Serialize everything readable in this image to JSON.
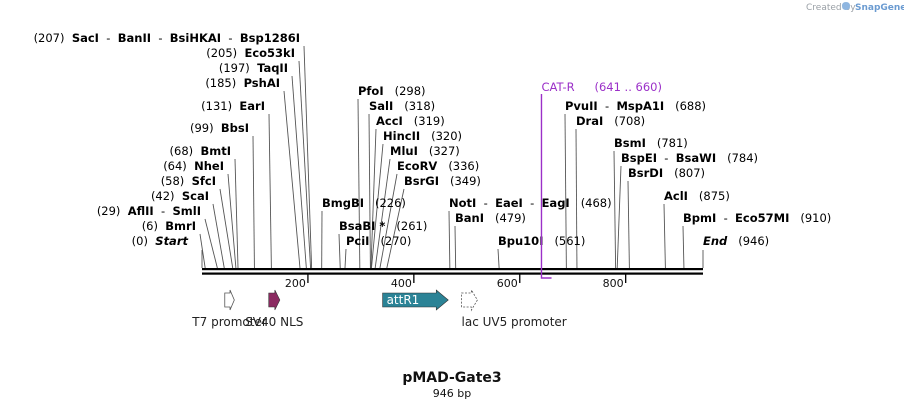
{
  "header": {
    "credit": "Created by",
    "brand": "SnapGene"
  },
  "map": {
    "title": "pMAD-Gate3",
    "length_label": "946 bp",
    "length_bp": 946,
    "ticks": [
      {
        "bp": 200,
        "label": "200"
      },
      {
        "bp": 400,
        "label": "400"
      },
      {
        "bp": 600,
        "label": "600"
      },
      {
        "bp": 800,
        "label": "800"
      }
    ]
  },
  "sites": [
    {
      "key": "start",
      "bp": 0,
      "line": [
        {
          "pos": "(0)",
          "name": "Start",
          "italic": true
        }
      ]
    },
    {
      "key": "bmri",
      "bp": 6,
      "line": [
        {
          "pos": "(6)",
          "name": "BmrI"
        }
      ]
    },
    {
      "key": "aflii",
      "bp": 29,
      "line": [
        {
          "pos": "(29)",
          "name": "AflII"
        },
        {
          "sep": "-",
          "name": "SmlI"
        }
      ]
    },
    {
      "key": "scai",
      "bp": 42,
      "line": [
        {
          "pos": "(42)",
          "name": "ScaI"
        }
      ]
    },
    {
      "key": "sfci",
      "bp": 58,
      "line": [
        {
          "pos": "(58)",
          "name": "SfcI"
        }
      ]
    },
    {
      "key": "nhei",
      "bp": 64,
      "line": [
        {
          "pos": "(64)",
          "name": "NheI"
        }
      ]
    },
    {
      "key": "bmti",
      "bp": 68,
      "line": [
        {
          "pos": "(68)",
          "name": "BmtI"
        }
      ]
    },
    {
      "key": "bbsi",
      "bp": 99,
      "line": [
        {
          "pos": "(99)",
          "name": "BbsI"
        }
      ]
    },
    {
      "key": "eari",
      "bp": 131,
      "line": [
        {
          "pos": "(131)",
          "name": "EarI"
        }
      ]
    },
    {
      "key": "pshai",
      "bp": 185,
      "line": [
        {
          "pos": "(185)",
          "name": "PshAI"
        }
      ]
    },
    {
      "key": "taqii",
      "bp": 197,
      "line": [
        {
          "pos": "(197)",
          "name": "TaqII"
        }
      ]
    },
    {
      "key": "eco53ki",
      "bp": 205,
      "line": [
        {
          "pos": "(205)",
          "name": "Eco53kI"
        }
      ]
    },
    {
      "key": "saci",
      "bp": 207,
      "line": [
        {
          "pos": "(207)",
          "name": "SacI"
        },
        {
          "sep": "-",
          "name": "BanII"
        },
        {
          "sep": "-",
          "name": "BsiHKAI"
        },
        {
          "sep": "-",
          "name": "Bsp1286I"
        }
      ]
    },
    {
      "key": "bmgbi",
      "bp": 226,
      "line": [
        {
          "name": "BmgBI"
        },
        {
          "pos": "(226)"
        }
      ]
    },
    {
      "key": "bsabi",
      "bp": 261,
      "line": [
        {
          "name": "BsaBI *"
        },
        {
          "pos": "(261)"
        }
      ]
    },
    {
      "key": "pcii",
      "bp": 270,
      "line": [
        {
          "name": "PciI"
        },
        {
          "pos": "(270)"
        }
      ]
    },
    {
      "key": "pfoi",
      "bp": 298,
      "line": [
        {
          "name": "PfoI"
        },
        {
          "pos": "(298)"
        }
      ]
    },
    {
      "key": "sali",
      "bp": 318,
      "line": [
        {
          "name": "SalI"
        },
        {
          "pos": "(318)"
        }
      ]
    },
    {
      "key": "acci",
      "bp": 319,
      "line": [
        {
          "name": "AccI"
        },
        {
          "pos": "(319)"
        }
      ]
    },
    {
      "key": "hincii",
      "bp": 320,
      "line": [
        {
          "name": "HincII"
        },
        {
          "pos": "(320)"
        }
      ]
    },
    {
      "key": "mlui",
      "bp": 327,
      "line": [
        {
          "name": "MluI"
        },
        {
          "pos": "(327)"
        }
      ]
    },
    {
      "key": "ecorv",
      "bp": 336,
      "line": [
        {
          "name": "EcoRV"
        },
        {
          "pos": "(336)"
        }
      ]
    },
    {
      "key": "bsrgi",
      "bp": 349,
      "line": [
        {
          "name": "BsrGI"
        },
        {
          "pos": "(349)"
        }
      ]
    },
    {
      "key": "noti",
      "bp": 468,
      "line": [
        {
          "name": "NotI"
        },
        {
          "sep": "-",
          "name": "EaeI"
        },
        {
          "sep": "-",
          "name": "EagI"
        },
        {
          "pos": "(468)"
        }
      ]
    },
    {
      "key": "bani",
      "bp": 479,
      "line": [
        {
          "name": "BanI"
        },
        {
          "pos": "(479)"
        }
      ]
    },
    {
      "key": "bpu10i",
      "bp": 561,
      "line": [
        {
          "name": "Bpu10I"
        },
        {
          "pos": "(561)"
        }
      ]
    },
    {
      "key": "pvuii",
      "bp": 688,
      "line": [
        {
          "name": "PvuII"
        },
        {
          "sep": "-",
          "name": "MspA1I"
        },
        {
          "pos": "(688)"
        }
      ]
    },
    {
      "key": "drai",
      "bp": 708,
      "line": [
        {
          "name": "DraI"
        },
        {
          "pos": "(708)"
        }
      ]
    },
    {
      "key": "bsmi",
      "bp": 781,
      "line": [
        {
          "name": "BsmI"
        },
        {
          "pos": "(781)"
        }
      ]
    },
    {
      "key": "bspei",
      "bp": 784,
      "line": [
        {
          "name": "BspEI"
        },
        {
          "sep": "-",
          "name": "BsaWI"
        },
        {
          "pos": "(784)"
        }
      ]
    },
    {
      "key": "bsrdi",
      "bp": 807,
      "line": [
        {
          "name": "BsrDI"
        },
        {
          "pos": "(807)"
        }
      ]
    },
    {
      "key": "acli",
      "bp": 875,
      "line": [
        {
          "name": "AclI"
        },
        {
          "pos": "(875)"
        }
      ]
    },
    {
      "key": "bpmi",
      "bp": 910,
      "line": [
        {
          "name": "BpmI"
        },
        {
          "sep": "-",
          "name": "Eco57MI"
        },
        {
          "pos": "(910)"
        }
      ]
    },
    {
      "key": "end",
      "bp": 946,
      "line": [
        {
          "name": "End",
          "italic": true
        },
        {
          "pos": "(946)"
        }
      ]
    }
  ],
  "primer": {
    "name": "CAT-R",
    "range": "(641 .. 660)",
    "start": 641,
    "end": 660,
    "color": "#9b30c8"
  },
  "features": [
    {
      "key": "t7",
      "name": "T7 promoter",
      "start": 43,
      "end": 61,
      "shape": "promoter-open",
      "color": "#ffffff"
    },
    {
      "key": "sv40",
      "name": "SV40 NLS",
      "start": 126,
      "end": 147,
      "shape": "arrow",
      "color": "#8b2b61"
    },
    {
      "key": "attr1",
      "name": "attR1",
      "start": 341,
      "end": 465,
      "shape": "arrow-labeled",
      "color": "#2b8396"
    },
    {
      "key": "lacuv5",
      "name": "lac UV5 promoter",
      "start": 490,
      "end": 520,
      "shape": "promoter-dashed",
      "color": "#ffffff"
    }
  ]
}
